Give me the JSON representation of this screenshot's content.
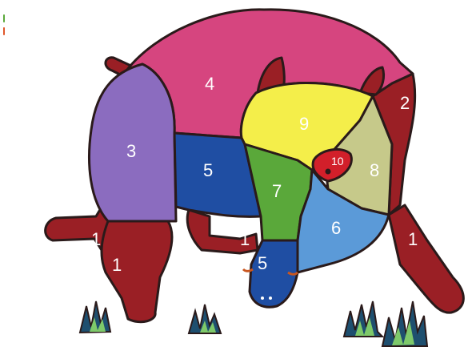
{
  "colors": {
    "maroon": "#9a1f25",
    "pink": "#d6457f",
    "purple": "#8b6cbf",
    "blue": "#1f4ea3",
    "green": "#5aa83a",
    "yellow": "#f4ee4a",
    "light_blue": "#5b9ad8",
    "olive": "#c6c98a",
    "red": "#d21f2a",
    "outline": "#2a1a1a",
    "grass_dark": "#1e4f6f",
    "grass_light": "#7ec96a"
  },
  "regions": [
    {
      "id": "4",
      "label": "4",
      "color": "pink"
    },
    {
      "id": "3",
      "label": "3",
      "color": "purple"
    },
    {
      "id": "5a",
      "label": "5",
      "color": "blue"
    },
    {
      "id": "9",
      "label": "9",
      "color": "yellow"
    },
    {
      "id": "7",
      "label": "7",
      "color": "green"
    },
    {
      "id": "10",
      "label": "10",
      "color": "red"
    },
    {
      "id": "8",
      "label": "8",
      "color": "olive"
    },
    {
      "id": "6",
      "label": "6",
      "color": "light_blue"
    },
    {
      "id": "5b",
      "label": "5",
      "color": "blue"
    },
    {
      "id": "2",
      "label": "2",
      "color": "maroon"
    },
    {
      "id": "1a",
      "label": "1",
      "color": "maroon"
    },
    {
      "id": "1b",
      "label": "1",
      "color": "maroon"
    },
    {
      "id": "1c",
      "label": "1",
      "color": "maroon"
    },
    {
      "id": "1d",
      "label": "1",
      "color": "maroon"
    }
  ],
  "icons": [
    "pig-figure",
    "grass-tuft",
    "pig-eye",
    "pig-ear"
  ]
}
